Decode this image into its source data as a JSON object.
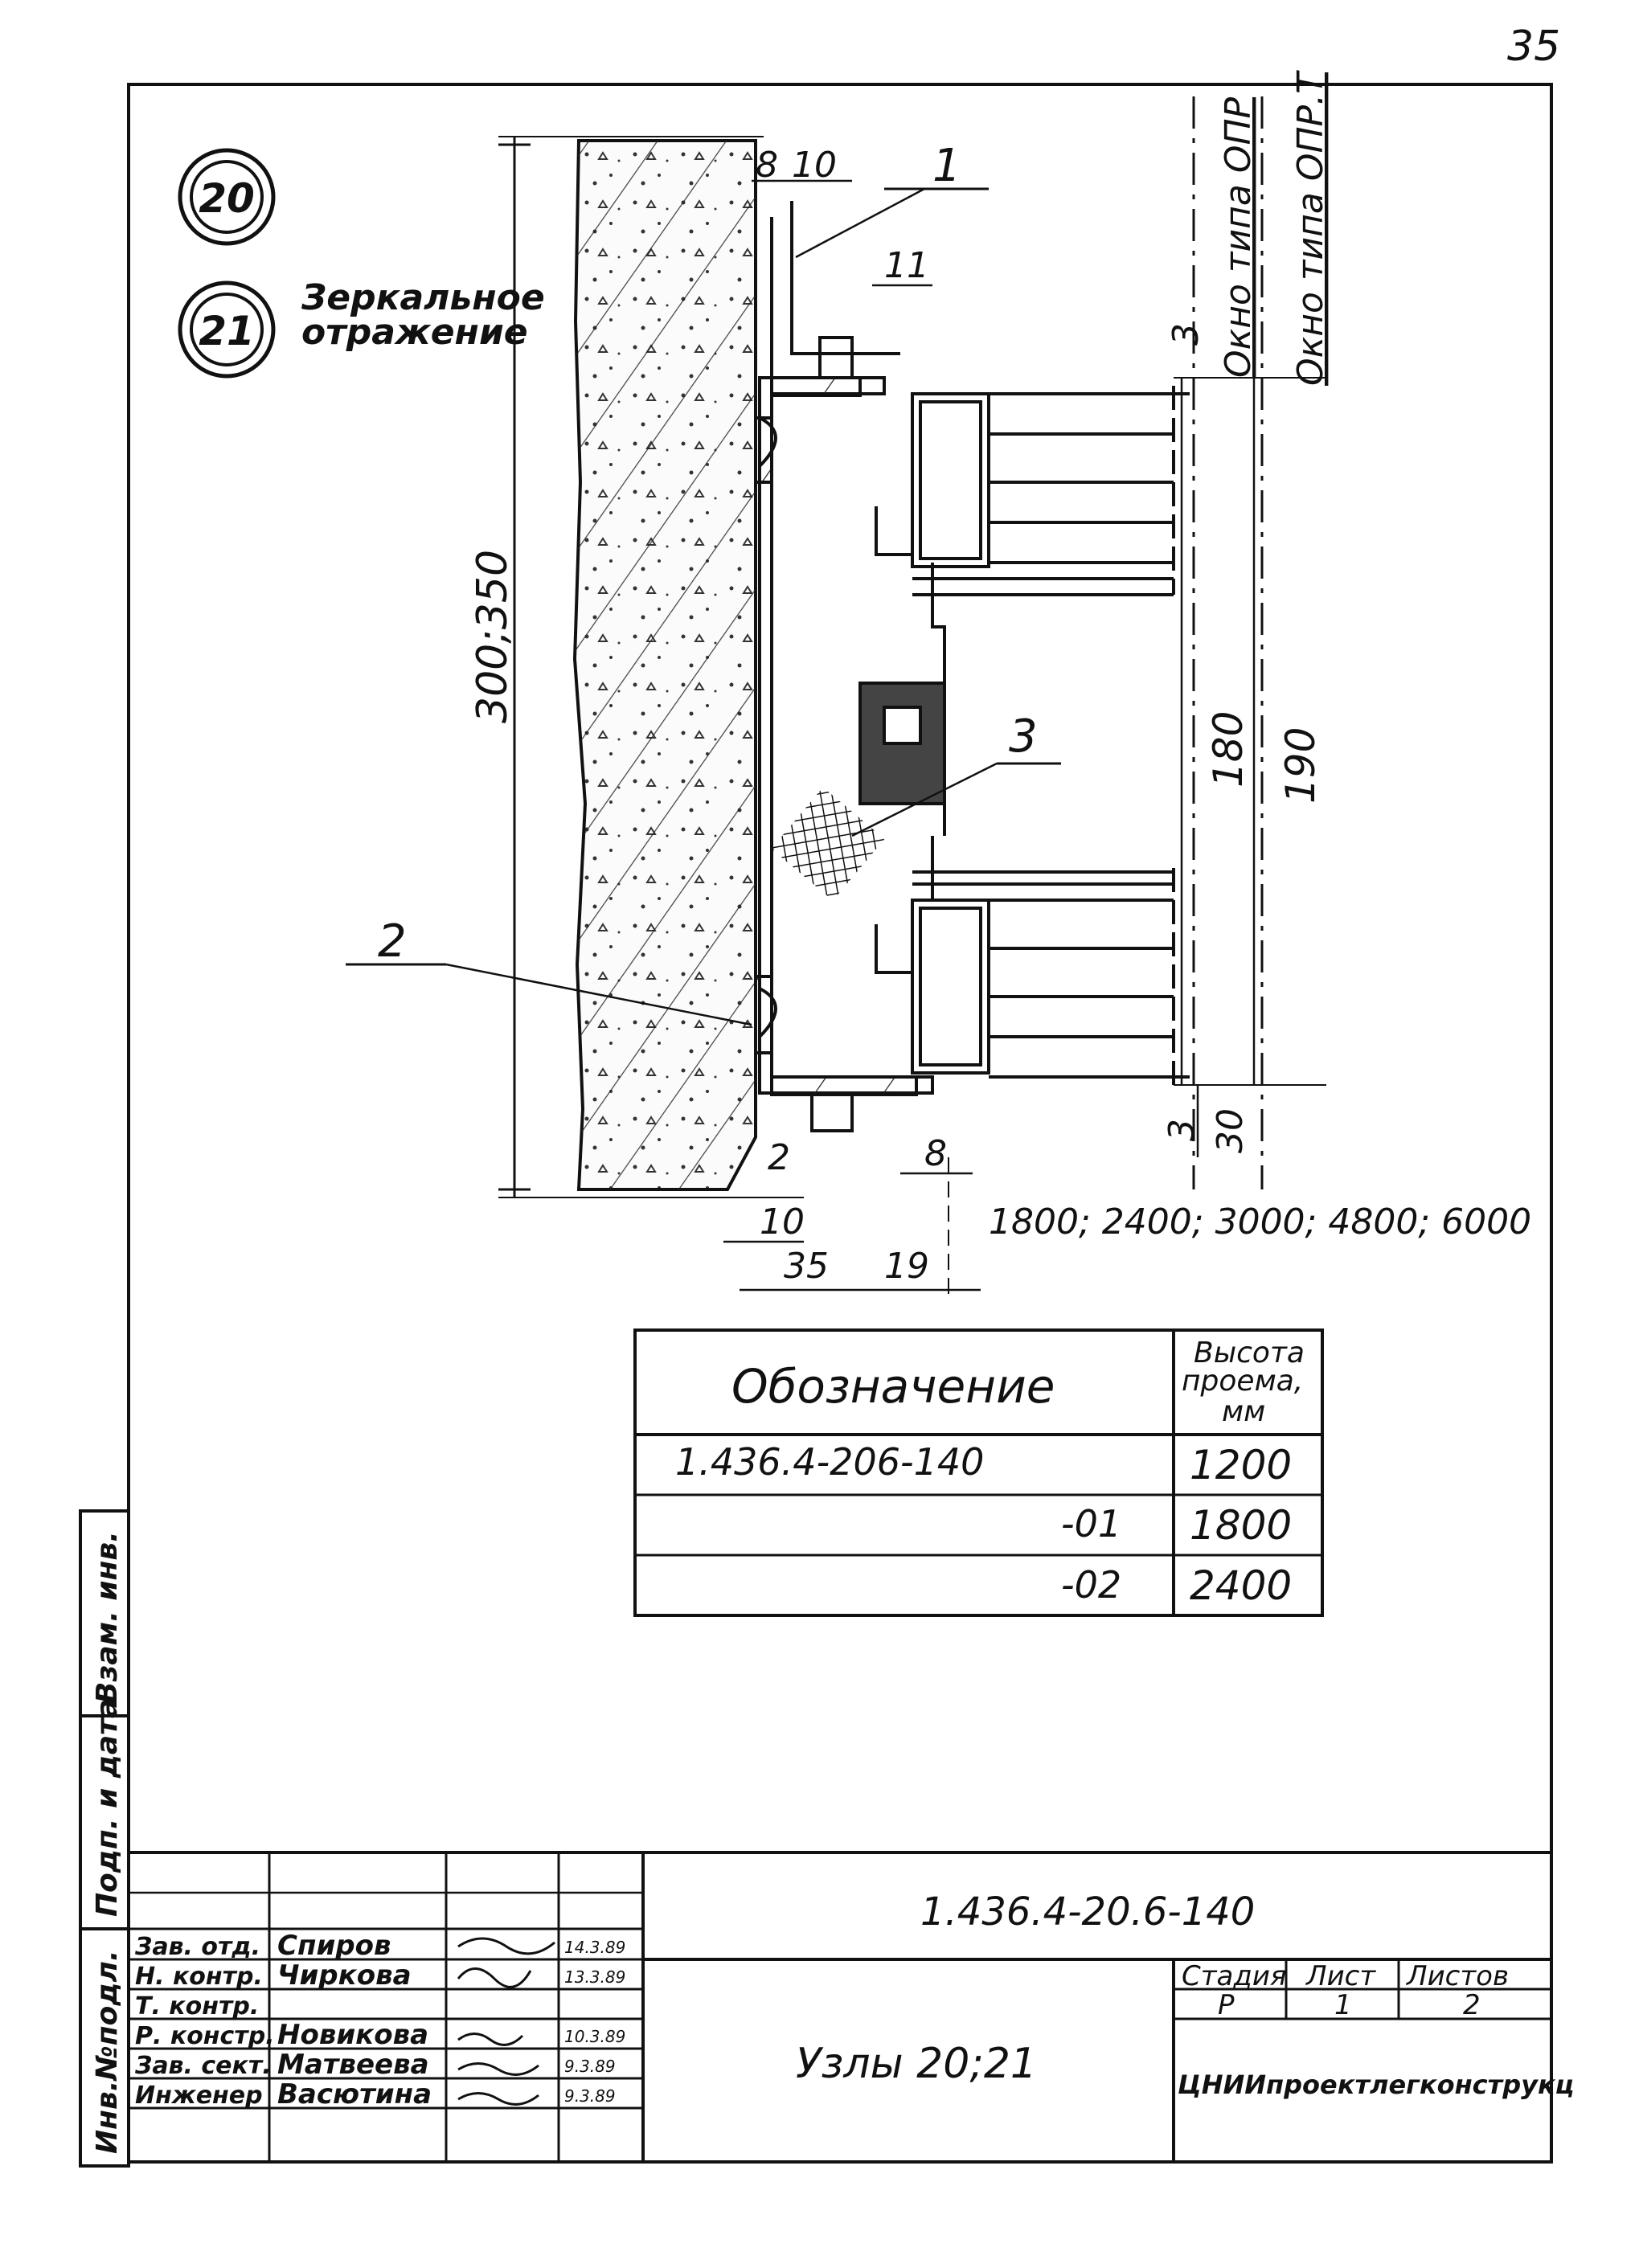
{
  "page_number": "35",
  "node_markers": {
    "a": "20",
    "b": "21",
    "mirror_label_1": "Зеркальное",
    "mirror_label_2": "отражение"
  },
  "window_types": {
    "opr": "Окно типа ОПР",
    "oprt": "Окно типа ОПР.Т"
  },
  "callouts": {
    "c1": "1",
    "c2": "2",
    "c3": "3"
  },
  "dimensions": {
    "d8": "8",
    "d10": "10",
    "d11": "11",
    "d3_top": "3",
    "d3_bottom": "3",
    "d300": "300;350",
    "d180": "180",
    "d190": "190",
    "d30": "30",
    "d2": "2",
    "d8b": "8",
    "d10b": "10",
    "d35": "35",
    "d19": "19",
    "lengths": "1800; 2400; 3000; 4800; 6000"
  },
  "spec_table": {
    "col1": "Обозначение",
    "col2_line1": "Высота",
    "col2_line2": "проема,",
    "col2_line3": "мм",
    "rows": [
      {
        "designation": "1.436.4-206-140",
        "height": "1200"
      },
      {
        "designation": "-01",
        "height": "1800"
      },
      {
        "designation": "-02",
        "height": "2400"
      }
    ]
  },
  "side_stamp": {
    "f1": "Взам. инв.",
    "f2": "Подп. и дата",
    "f3": "Инв.№подл."
  },
  "title_block": {
    "doc_code": "1.436.4-20.6-140",
    "title": "Узлы 20;21",
    "stage_header": "Стадия",
    "sheet_header": "Лист",
    "sheets_header": "Листов",
    "stage": "Р",
    "sheet": "1",
    "sheets": "2",
    "organization": "ЦНИИпроектлегконструкц",
    "roles": [
      {
        "role": "Зав. отд.",
        "name": "Спиров",
        "date": "14.3.89"
      },
      {
        "role": "Н. контр.",
        "name": "Чиркова",
        "date": "13.3.89"
      },
      {
        "role": "Т. контр.",
        "name": "",
        "date": ""
      },
      {
        "role": "Р. констр.",
        "name": "Новикова",
        "date": "10.3.89"
      },
      {
        "role": "Зав. сект.",
        "name": "Матвеева",
        "date": "9.3.89"
      },
      {
        "role": "Инженер",
        "name": "Васютина",
        "date": "9.3.89"
      }
    ]
  }
}
